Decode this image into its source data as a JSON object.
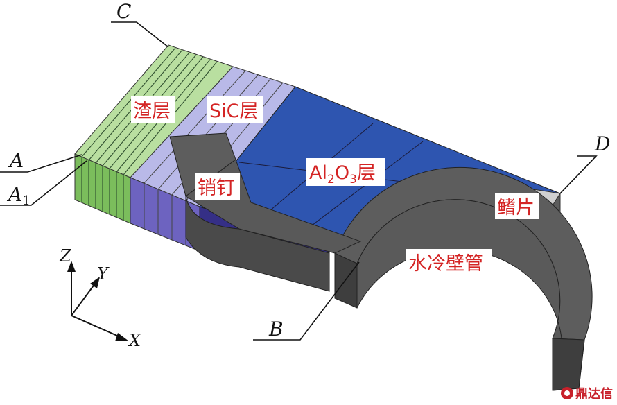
{
  "labels": {
    "slag": "渣层",
    "sic": "SiC层",
    "al2o3_main": "Al",
    "al2o3_sub1": "2",
    "al2o3_mid": "O",
    "al2o3_sub2": "3",
    "al2o3_tail": "层",
    "pin": "销钉",
    "fin": "鳍片",
    "tube": "水冷壁管"
  },
  "points": {
    "A": "A",
    "A1_main": "A",
    "A1_sub": "1",
    "B": "B",
    "C": "C",
    "D": "D"
  },
  "axes": {
    "x": "X",
    "y": "Y",
    "z": "Z"
  },
  "watermark": "鼎达信",
  "colors": {
    "slag": "#b9dfa0",
    "slag_side": "#7bbd5c",
    "sic": "#b9b9e8",
    "sic_side": "#6d63c0",
    "al2o3": "#2e55b0",
    "al2o3_side": "#352f86",
    "steel": "#595959",
    "steel_dark": "#3e3e3e",
    "fin": "#d0d0d0",
    "label_red": "#d42424"
  }
}
